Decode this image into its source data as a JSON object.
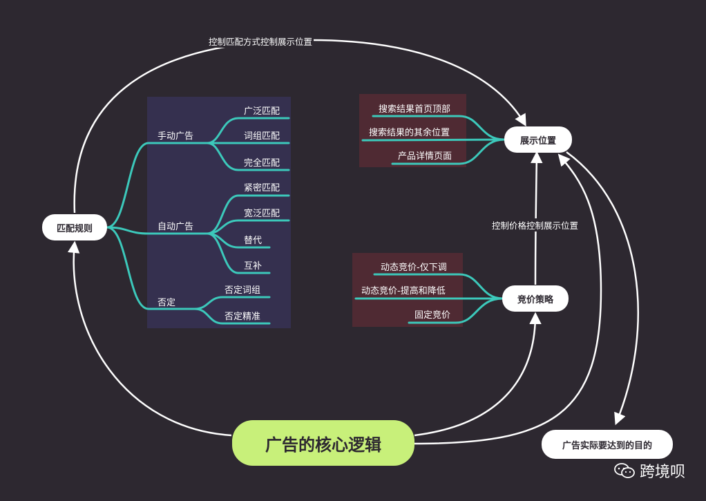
{
  "center": {
    "label": "广告的核心逻辑"
  },
  "nodes": {
    "match_rules": "匹配规则",
    "display_position": "展示位置",
    "bidding_strategy": "竞价策略",
    "ad_goal": "广告实际要达到的目的"
  },
  "edges": {
    "match_to_position": "控制匹配方式控制展示位置",
    "bid_to_position": "控制价格控制展示位置"
  },
  "match_tree": {
    "manual": {
      "label": "手动广告",
      "children": [
        "广泛匹配",
        "词组匹配",
        "完全匹配"
      ]
    },
    "auto": {
      "label": "自动广告",
      "children": [
        "紧密匹配",
        "宽泛匹配",
        "替代",
        "互补"
      ]
    },
    "negative": {
      "label": "否定",
      "children": [
        "否定词组",
        "否定精准"
      ]
    }
  },
  "position_items": [
    "搜索结果首页顶部",
    "搜索结果的其余位置",
    "产品详情页面"
  ],
  "bid_items": [
    "动态竞价-仅下调",
    "动态竞价-提高和降低",
    "固定竞价"
  ],
  "colors": {
    "background": "#2d2830",
    "branch": "#3cc9bb",
    "panel_blue": "#35304f",
    "panel_red": "#4f2a33",
    "center_fill": "#c8f07a",
    "node_fill": "#ffffff"
  },
  "watermark": {
    "text": "跨境呗",
    "icon": "wechat-icon"
  }
}
